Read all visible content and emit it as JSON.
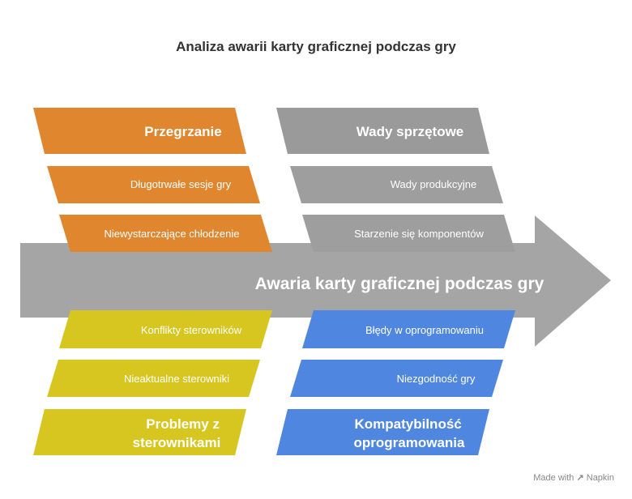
{
  "title": "Analiza awarii karty graficznej podczas gry",
  "spine": {
    "label": "Awaria karty graficznej podczas gry",
    "color": "#a5a5a5"
  },
  "categories": [
    {
      "name": "Przegrzanie",
      "color": "#e0862f",
      "causes": [
        "Długotrwałe sesje gry",
        "Niewystarczające chłodzenie"
      ]
    },
    {
      "name": "Wady sprzętowe",
      "color": "#9a9a9a",
      "causes": [
        "Wady produkcyjne",
        "Starzenie się komponentów"
      ]
    },
    {
      "name": "Problemy z sterownikami",
      "color": "#d7c520",
      "causes": [
        "Konflikty sterowników",
        "Nieaktualne sterowniki"
      ]
    },
    {
      "name": "Kompatybilność oprogramowania",
      "color": "#4f86e0",
      "causes": [
        "Błędy w oprogramowaniu",
        "Niezgodność gry"
      ]
    }
  ],
  "watermark": {
    "prefix": "Made with",
    "brand": "Napkin",
    "icon": "napkin-logo-icon"
  }
}
